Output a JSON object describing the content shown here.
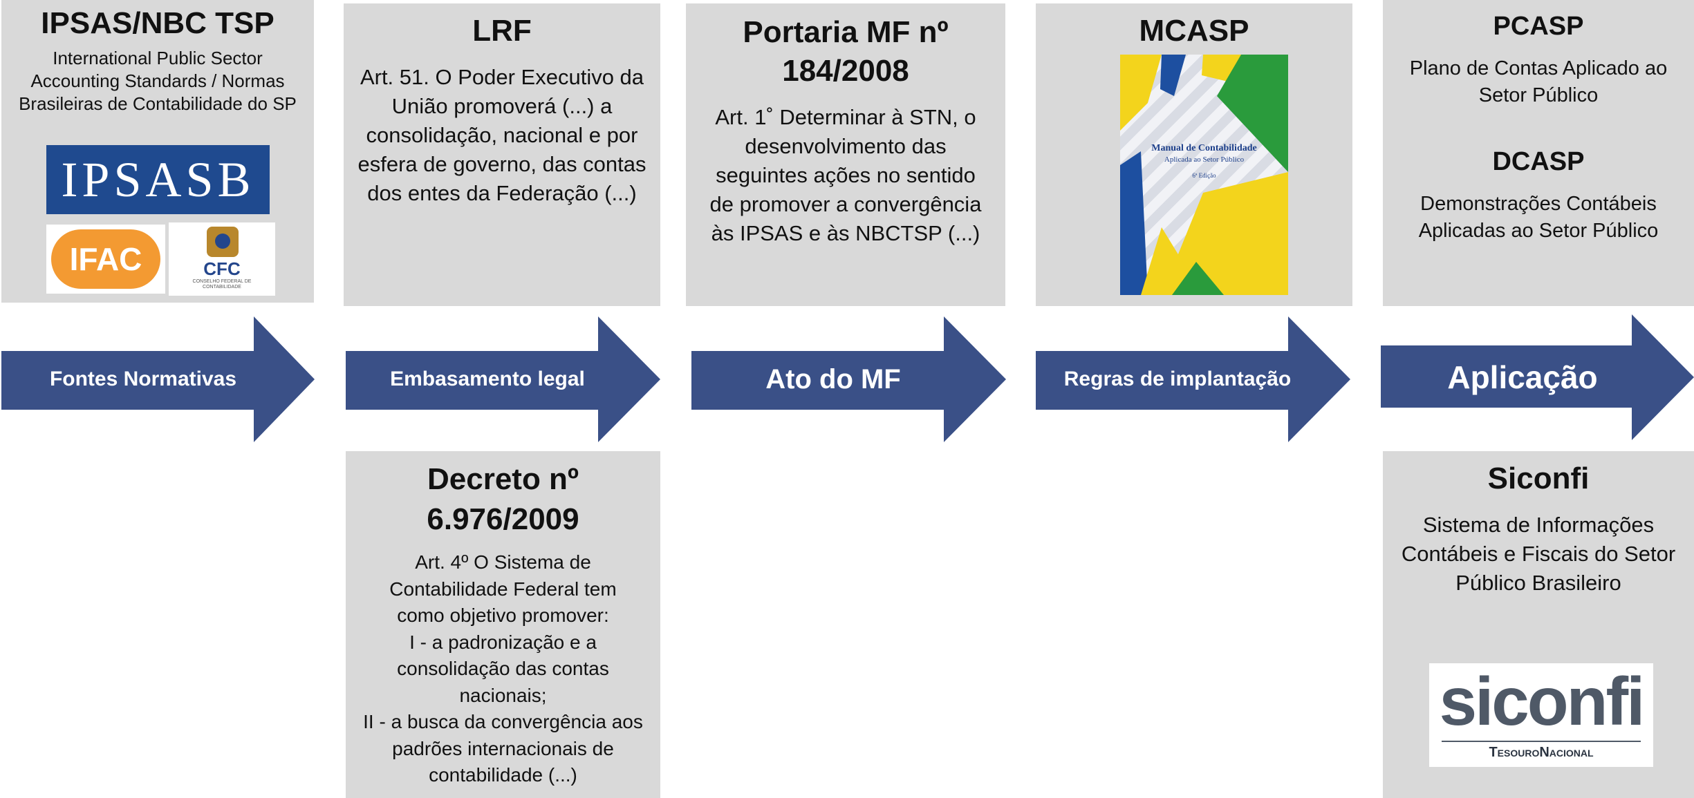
{
  "colors": {
    "box_bg": "#d9d9d9",
    "arrow_fill": "#3a5087",
    "arrow_text": "#ffffff",
    "ipsasb_bg": "#1f4a8f",
    "ifac_orange": "#f39a32",
    "cfc_gold": "#b8872c",
    "cfc_blue": "#24468c",
    "siconfi_text": "#4f5967",
    "tesouro_text": "#2a3340"
  },
  "columns": {
    "ipsas": {
      "title": "IPSAS/NBC TSP",
      "body": "International Public Sector\nAccounting Standards / Normas\nBrasileiras de Contabilidade do SP",
      "logos": {
        "ipsasb": "IPSASB",
        "ifac": "IFAC",
        "cfc": "CFC",
        "cfc_sub": "CONSELHO FEDERAL DE\nCONTABILIDADE"
      }
    },
    "lrf": {
      "title": "LRF",
      "body": "Art. 51. O Poder Executivo da\nUnião promoverá (...) a\nconsolidação, nacional e por\nesfera de governo, das contas\ndos entes da Federação (...)"
    },
    "portaria": {
      "title": "Portaria MF nº\n184/2008",
      "body": "Art. 1˚    Determinar à STN, o\ndesenvolvimento das\nseguintes ações no sentido\nde promover a convergência\nàs IPSAS e às NBCTSP (...)"
    },
    "mcasp": {
      "title": "MCASP",
      "cover": {
        "title": "Manual de Contabilidade",
        "subtitle": "Aplicada ao Setor Público",
        "edition": "6ª Edição"
      }
    },
    "pcasp": {
      "title": "PCASP",
      "body": "Plano de Contas Aplicado ao\nSetor Público",
      "title2": "DCASP",
      "body2": "Demonstrações Contábeis\nAplicadas ao Setor Público"
    },
    "decreto": {
      "title": "Decreto nº\n6.976/2009",
      "body": "Art. 4º  O Sistema de\nContabilidade Federal tem\ncomo objetivo promover:\nI - a padronização e a\nconsolidação das contas\nnacionais;\nII - a busca da convergência aos\npadrões internacionais de\ncontabilidade (...)"
    },
    "siconfi": {
      "title": "Siconfi",
      "body": "Sistema de Informações\nContábeis e Fiscais do Setor\nPúblico  Brasileiro",
      "logo_main": "siconfi",
      "logo_sub": "TesouroNacional"
    }
  },
  "arrows": [
    {
      "label": "Fontes Normativas"
    },
    {
      "label": "Embasamento legal"
    },
    {
      "label": "Ato do MF"
    },
    {
      "label": "Regras de implantação"
    },
    {
      "label": "Aplicação"
    }
  ]
}
